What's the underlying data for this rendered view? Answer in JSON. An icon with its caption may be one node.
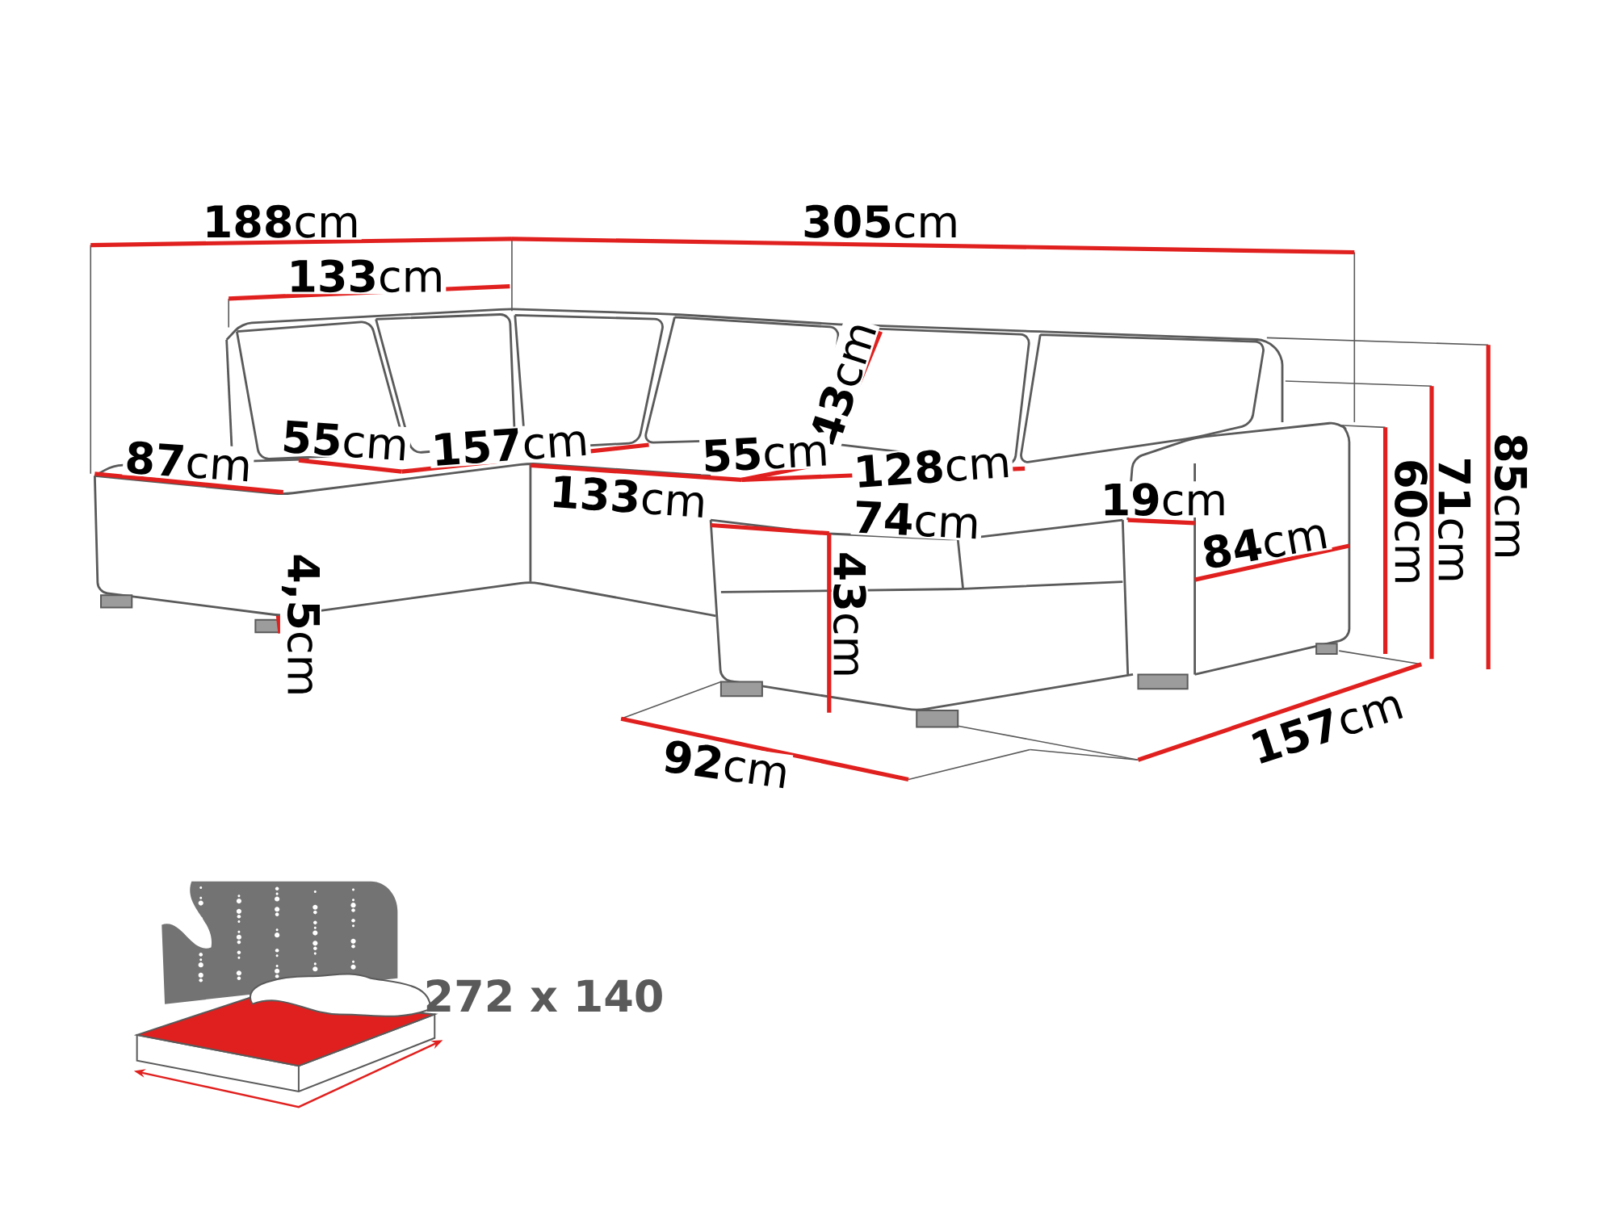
{
  "diagram": {
    "labels": [
      "**188**cm",
      "**305**cm",
      "**133**cm",
      "**87**cm",
      "**55**cm",
      "**157**cm",
      "**43**cm",
      "**55**cm",
      "**128**cm",
      "**133**cm",
      "**74**cm",
      "**19**cm",
      "**84**cm",
      "**60**cm",
      "**71**cm",
      "**85**cm",
      "**4,5**cm",
      "**43**cm",
      "**157**cm",
      "**92**cm",
      "272 x 140"
    ]
  }
}
